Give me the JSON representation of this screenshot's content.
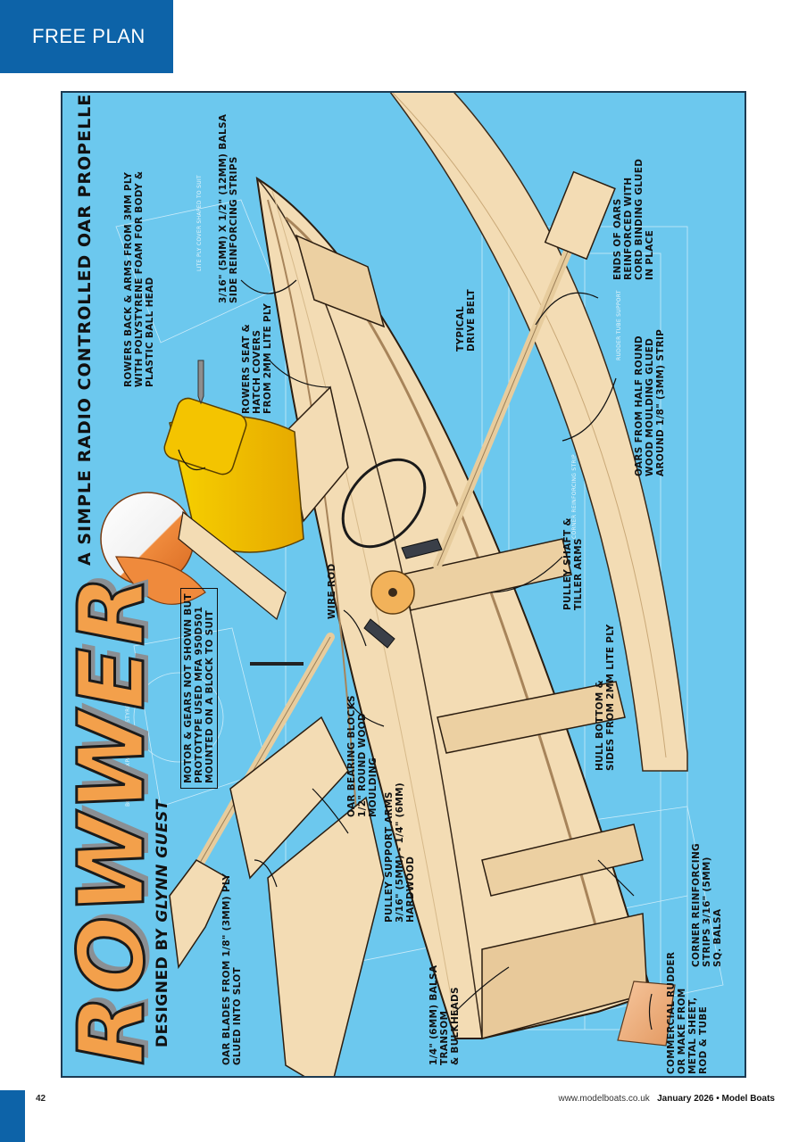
{
  "header": {
    "section_label": "FREE PLAN"
  },
  "plan": {
    "title": "ROWWER",
    "headline": "A SIMPLE RADIO CONTROLLED OAR PROPELLED MODEL",
    "designer_prefix": "DESIGNED BY",
    "designer_name": "GLYNN GUEST",
    "colors": {
      "background": "#6cc8ee",
      "wood": "#f3dcb4",
      "title_fill": "#f3a04b",
      "head_orange": "#ef8a3c",
      "rower_yellow": "#f4c400"
    },
    "callouts": {
      "side_strips": "3/16\" (5mm) x 1/2\" (12mm) balsa\nside reinforcing strips",
      "rowers_back": "Rowers back & arms from 3mm ply\nwith polystyrene foam for body &\nplastic ball head",
      "rowers_seat": "Rowers seat &\nhatch covers\nfrom 2mm lite ply",
      "drive_belt": "Typical\ndrive belt",
      "ends_of_oars": "Ends of oars\nreinforced with\ncord binding glued\nin place",
      "oars_from": "Oars from half round\nwood moulding glued\naround 1/8\" (3mm) strip",
      "pulley_shaft": "Pulley shaft &\ntiller arms",
      "wire_rod": "Wire rod",
      "motor_gears": "Motor & gears not shown but\nprototype used MFA 950D501\nmounted on a block to suit",
      "hull_bottom": "Hull bottom &\nsides from 2mm lite ply",
      "oar_bearing": "Oar bearing blocks\n1/2\" round wood\nmoulding",
      "pulley_support": "Pulley support arms\n3/16\" (5mm) - 1/4\" (6mm)\nhardwood",
      "oar_blades": "Oar blades from 1/8\" (3mm) ply\nglued into slot",
      "transom": "1/4\" (6mm) balsa\ntransom\n& bulkheads",
      "rudder": "Commercial rudder\nor make from\nmetal sheet,\nrod & tube",
      "corner_strips": "Corner reinforcing\nstrips 3/16\" (5mm)\nsq. balsa"
    }
  },
  "footer": {
    "page_number": "42",
    "website": "www.modelboats.co.uk",
    "issue": "January 2026 • Model Boats"
  }
}
